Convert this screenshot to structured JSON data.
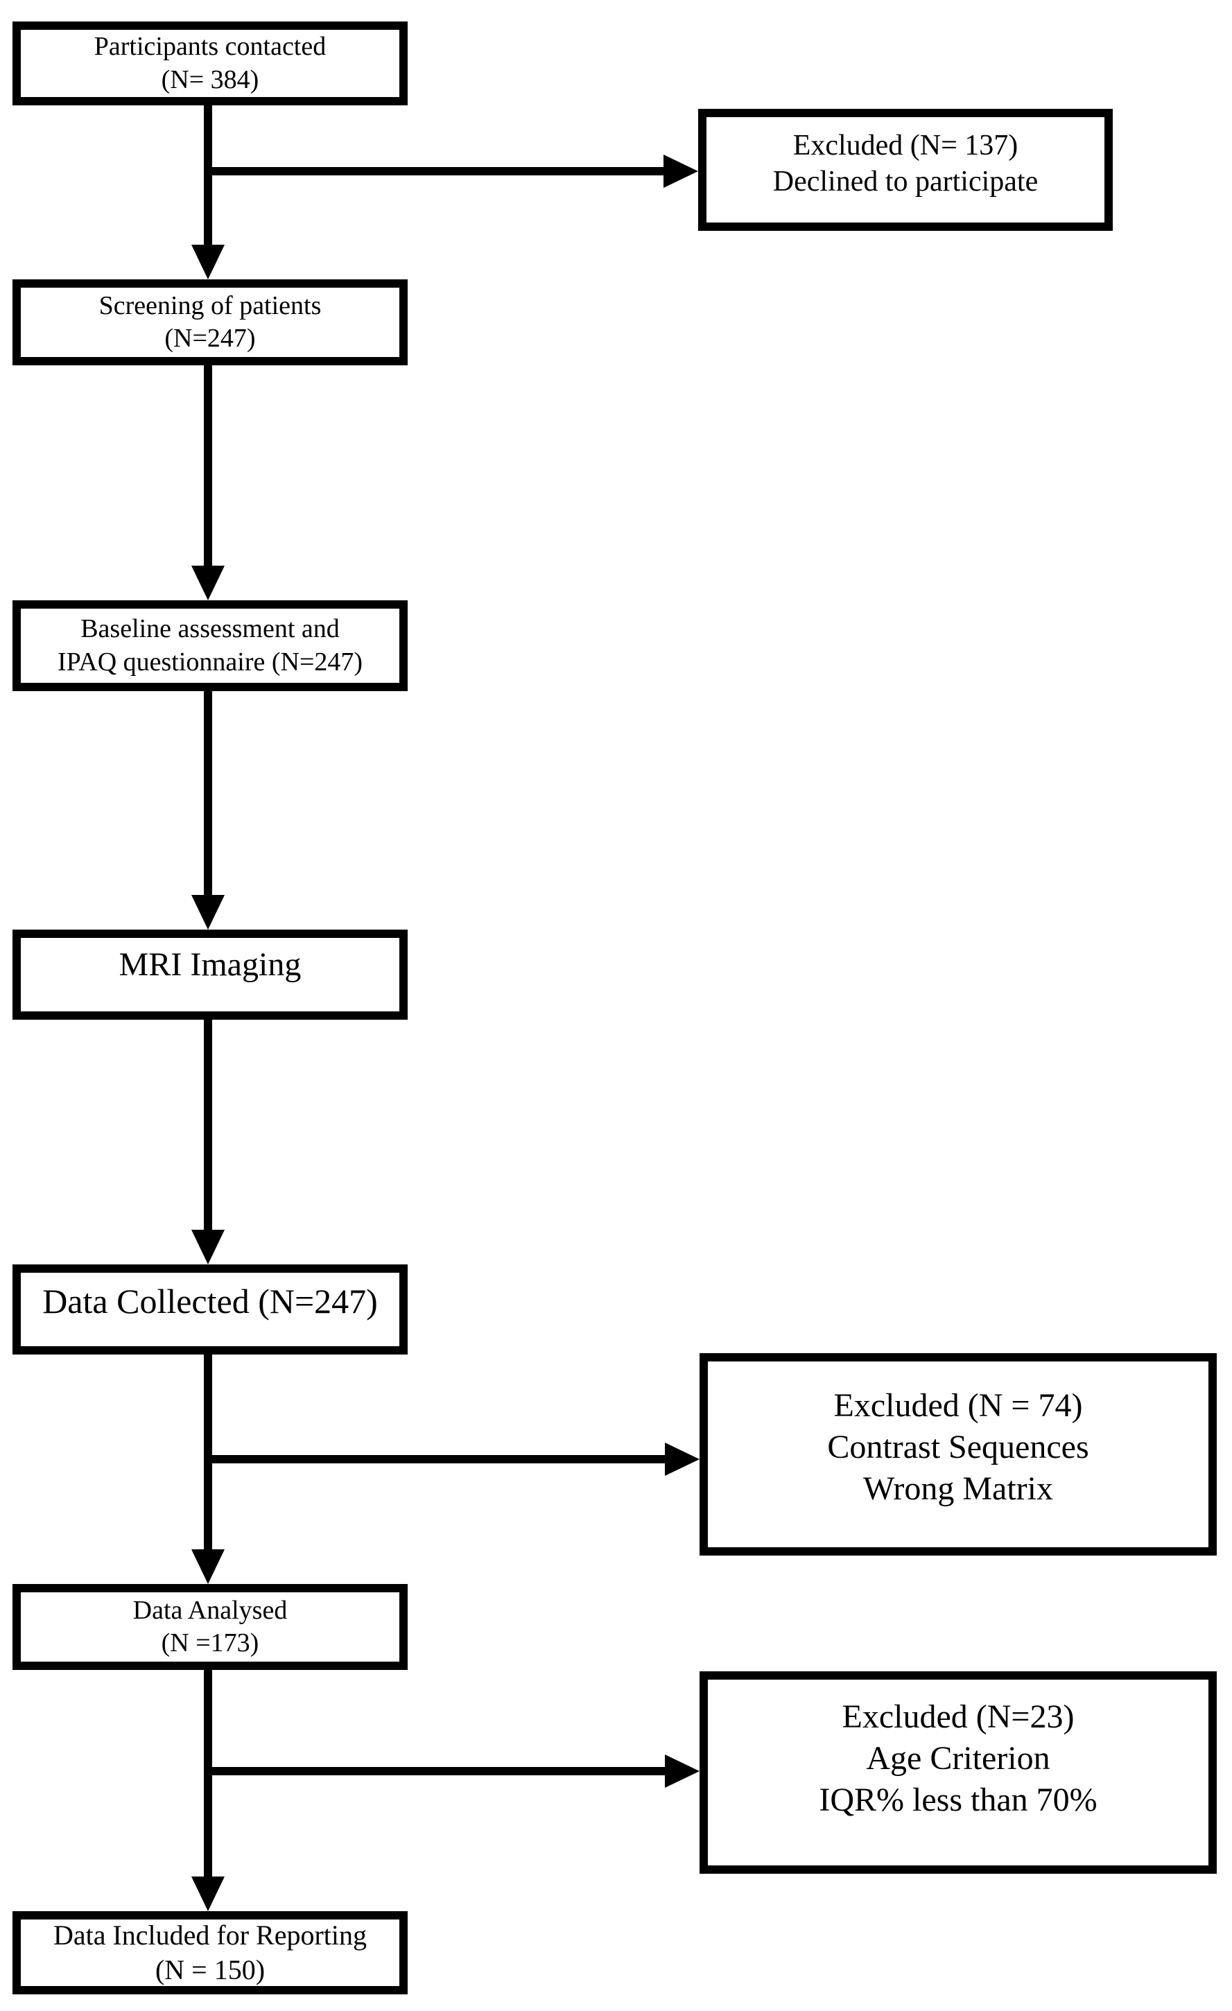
{
  "colors": {
    "ink": "#000000",
    "background": "#ffffff"
  },
  "flow": {
    "participants": {
      "line1": "Participants contacted",
      "line2": "(N= 384)"
    },
    "excluded1": {
      "line1": "Excluded (N= 137)",
      "line2": "Declined to participate"
    },
    "screening": {
      "line1": "Screening of patients",
      "line2": "(N=247)"
    },
    "baseline": {
      "line1": "Baseline assessment and",
      "line2": "IPAQ questionnaire (N=247)"
    },
    "mri": {
      "line1": "MRI Imaging"
    },
    "collected": {
      "line1": "Data Collected (N=247)"
    },
    "excluded2": {
      "line1": "Excluded (N = 74)",
      "line2": "Contrast Sequences",
      "line3": "Wrong Matrix"
    },
    "analysed": {
      "line1": "Data Analysed",
      "line2": "(N =173)"
    },
    "excluded3": {
      "line1": "Excluded (N=23)",
      "line2": "Age Criterion",
      "line3": "IQR% less than 70%"
    },
    "reporting": {
      "line1": "Data Included for Reporting",
      "line2": "(N = 150)"
    }
  }
}
